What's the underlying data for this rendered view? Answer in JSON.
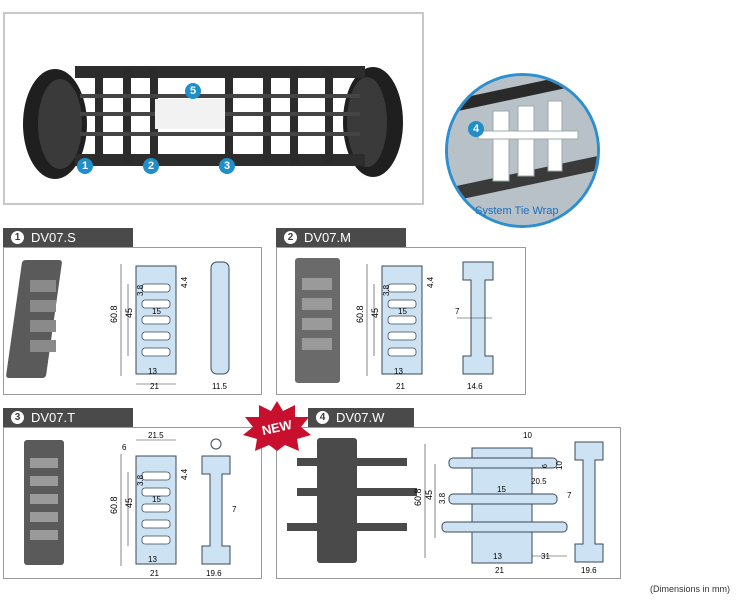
{
  "hero": {
    "callouts": [
      "1",
      "2",
      "3",
      "5"
    ],
    "system": {
      "callout": "4",
      "label": "System Tie Wrap"
    }
  },
  "products": [
    {
      "num": "1",
      "name": "DV07.S",
      "dims": {
        "height": "60.8",
        "inner": "45",
        "bar": "3.8",
        "top": "4.4",
        "slot": "15",
        "foot": "13",
        "width": "21",
        "side": "11.5"
      }
    },
    {
      "num": "2",
      "name": "DV07.M",
      "dims": {
        "height": "60.8",
        "inner": "45",
        "bar": "3.8",
        "top": "4.4",
        "slot": "15",
        "foot": "13",
        "width": "21",
        "side": "14.6",
        "web": "7"
      }
    },
    {
      "num": "3",
      "name": "DV07.T",
      "dims": {
        "height": "60.8",
        "inner": "45",
        "bar": "3.8",
        "top": "4.4",
        "slot": "15",
        "foot": "13",
        "width": "21",
        "side": "19.6",
        "web": "7",
        "flange": "21.5",
        "lip": "6"
      }
    },
    {
      "num": "4",
      "name": "DV07.W",
      "dims": {
        "height": "60.8",
        "inner": "45",
        "bar": "3.8",
        "slot": "15",
        "foot": "13",
        "width": "21",
        "side": "19.6",
        "web": "7",
        "top": "10",
        "right": "10",
        "ext": "20.5",
        "six": "6",
        "arm": "31"
      }
    }
  ],
  "new_label": "NEW",
  "note": "(Dimensions in mm)",
  "colors": {
    "accent": "#1f8ec9",
    "tab": "#4a4a4a",
    "blueprint": "#cde3f3",
    "outline": "#3a4a5a"
  }
}
